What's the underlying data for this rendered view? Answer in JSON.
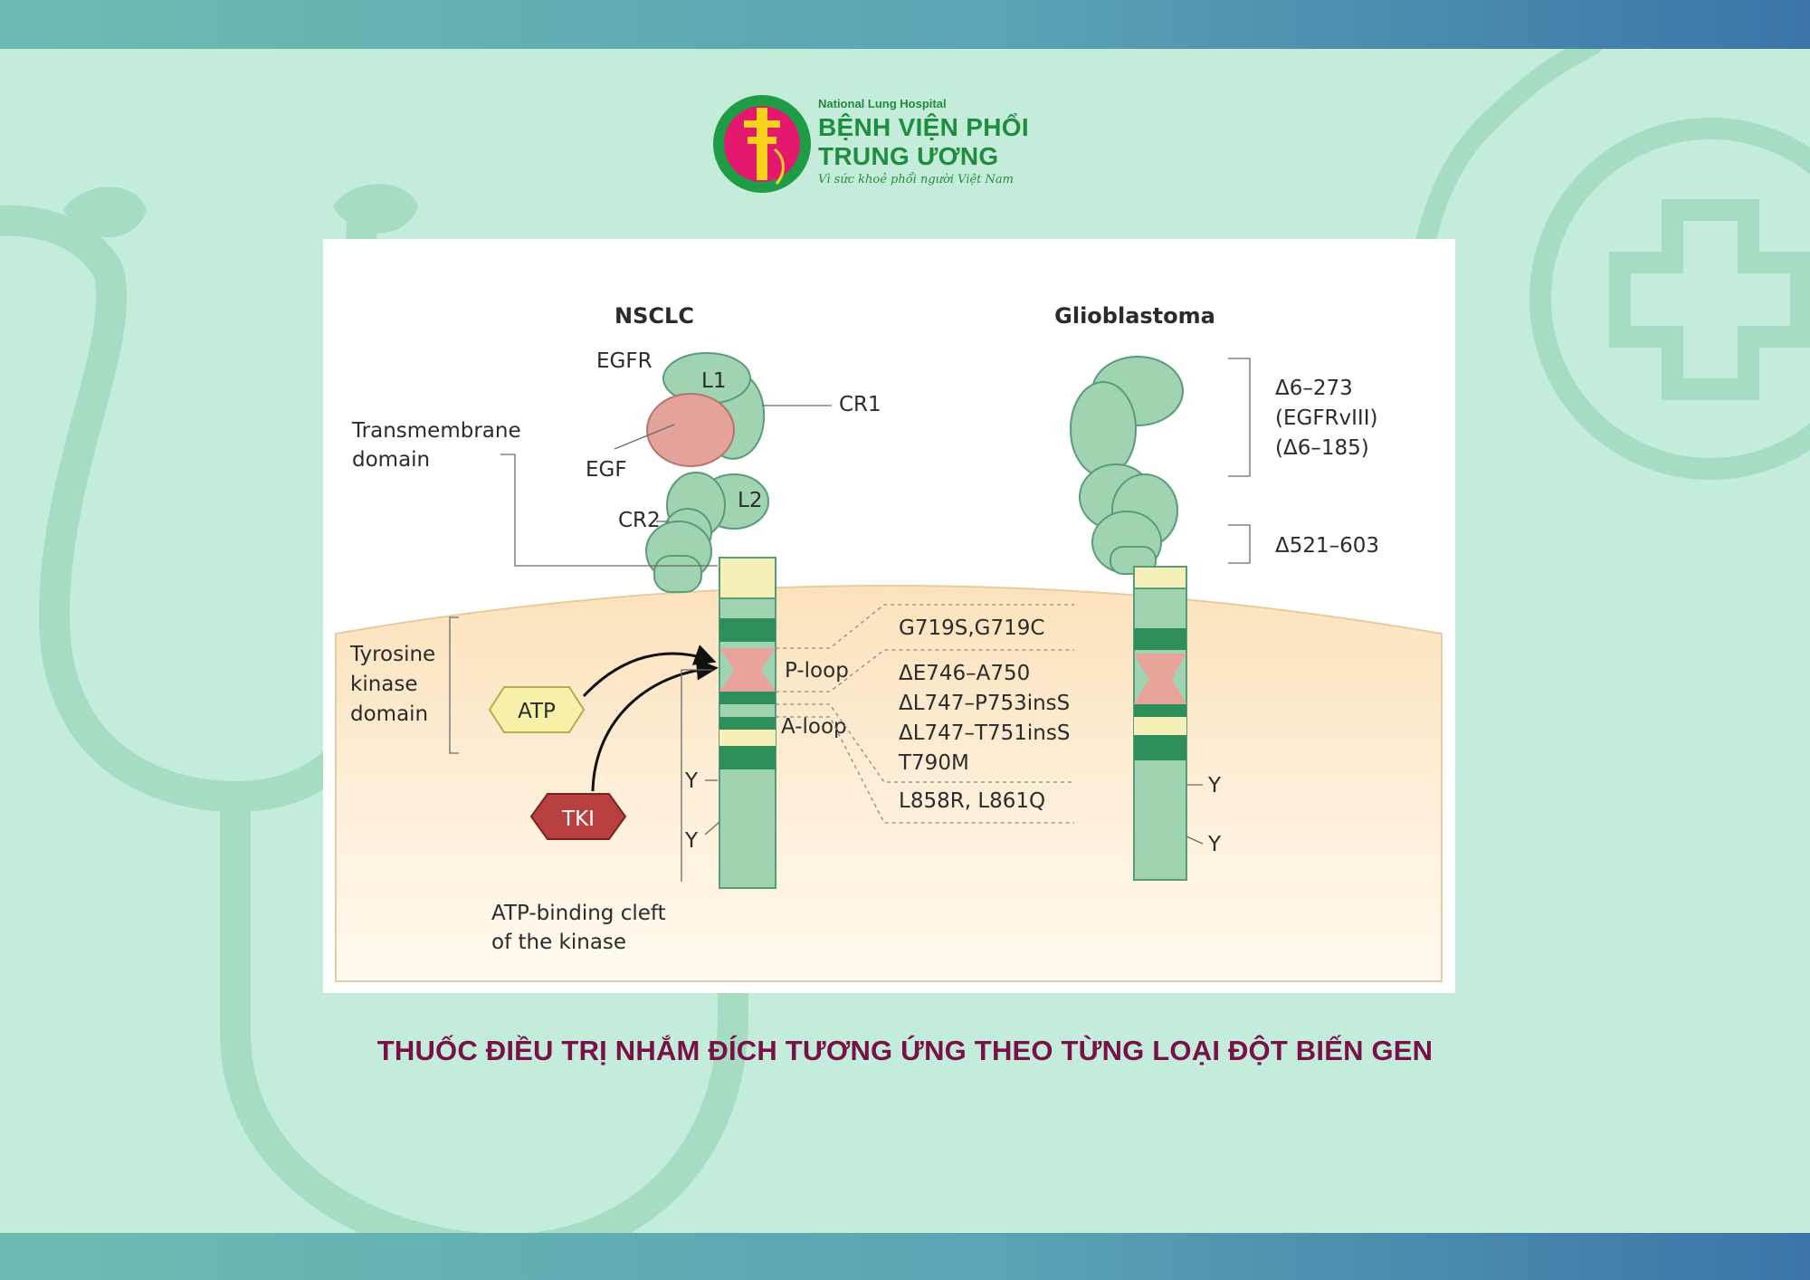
{
  "header": {
    "logo": {
      "name_en": "National Lung Hospital",
      "name_vn_line1": "BỆNH VIỆN PHỔI",
      "name_vn_line2": "TRUNG ƯƠNG",
      "slogan": "Vì sức khoẻ phổi người Việt Nam"
    }
  },
  "figure": {
    "nsclc": {
      "title": "NSCLC",
      "labels": {
        "egfr": "EGFR",
        "l1": "L1",
        "cr1": "CR1",
        "egf": "EGF",
        "l2": "L2",
        "cr2": "CR2",
        "transmembrane_line1": "Transmembrane",
        "transmembrane_line2": "domain",
        "tyrosine_line1": "Tyrosine",
        "tyrosine_line2": "kinase",
        "tyrosine_line3": "domain",
        "atp": "ATP",
        "tki": "TKI",
        "p_loop": "P-loop",
        "a_loop": "A-loop",
        "y1": "Y",
        "y2": "Y",
        "cleft_line1": "ATP-binding cleft",
        "cleft_line2": "of the kinase"
      },
      "mutations": [
        "G719S,G719C",
        "ΔE746–A750",
        "ΔL747–P753insS",
        "ΔL747–T751insS",
        "T790M",
        "L858R, L861Q"
      ]
    },
    "glioblastoma": {
      "title": "Glioblastoma",
      "deletion_1": [
        "Δ6–273",
        "(EGFRvIII)",
        "(Δ6–185)"
      ],
      "deletion_2": "Δ521–603",
      "y1": "Y",
      "y2": "Y"
    },
    "colors": {
      "receptor_green": "#9fd3b2",
      "band_dark_green": "#2e8f5a",
      "band_pink": "#e8a39b",
      "band_yellow": "#f4f0b8",
      "egf_pink": "#e3a39a",
      "cytoplasm": "#fbe7c7",
      "tki_red": "#b8403e",
      "atp_yellow": "#f7f0a8"
    }
  },
  "caption": "THUỐC ĐIỀU TRỊ NHẮM ĐÍCH TƯƠNG ỨNG THEO TỪNG LOẠI ĐỘT BIẾN GEN"
}
